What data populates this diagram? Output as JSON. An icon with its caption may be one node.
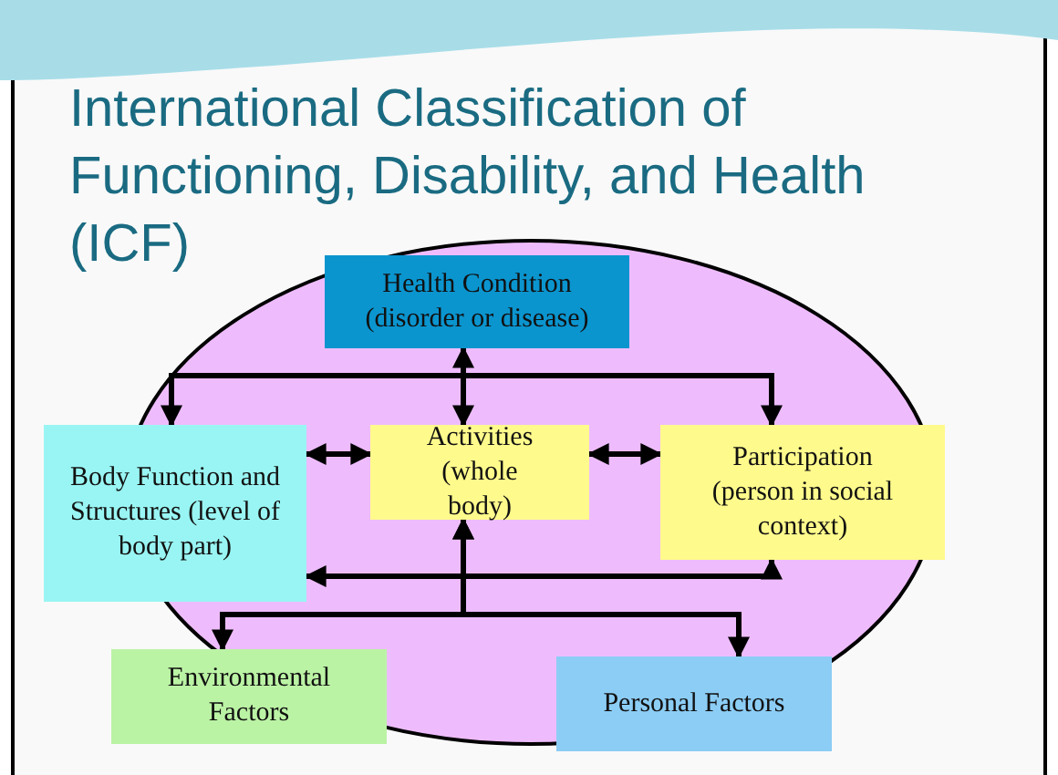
{
  "diagram": {
    "title": "International Classification of Functioning, Disability, and Health (ICF)",
    "nodes": [
      {
        "text": [
          "Health Condition (disorder or disease)"
        ]
      },
      {
        "text": [
          "Body Function and Structures (level of body part)"
        ]
      },
      {
        "text": [
          "Activities (whole body)"
        ]
      },
      {
        "text": [
          "Participation (person in social context)"
        ]
      },
      {
        "text": [
          "Environmental Factors"
        ]
      },
      {
        "text": [
          "Personal Factors"
        ]
      }
    ],
    "edges": [
      {
        "from": 0,
        "to": 1,
        "arrow": "to"
      },
      {
        "from": 0,
        "to": 3,
        "arrow": "to"
      },
      {
        "from": 0,
        "to": 2,
        "arrow": "both"
      },
      {
        "from": 1,
        "to": 2,
        "arrow": "both"
      },
      {
        "from": 2,
        "to": 3,
        "arrow": "both"
      },
      {
        "from": 1,
        "to": 3,
        "arrow": "both"
      },
      {
        "from": 2,
        "to": 4,
        "arrow": "both"
      },
      {
        "from": 2,
        "to": 5,
        "arrow": "both"
      }
    ]
  }
}
